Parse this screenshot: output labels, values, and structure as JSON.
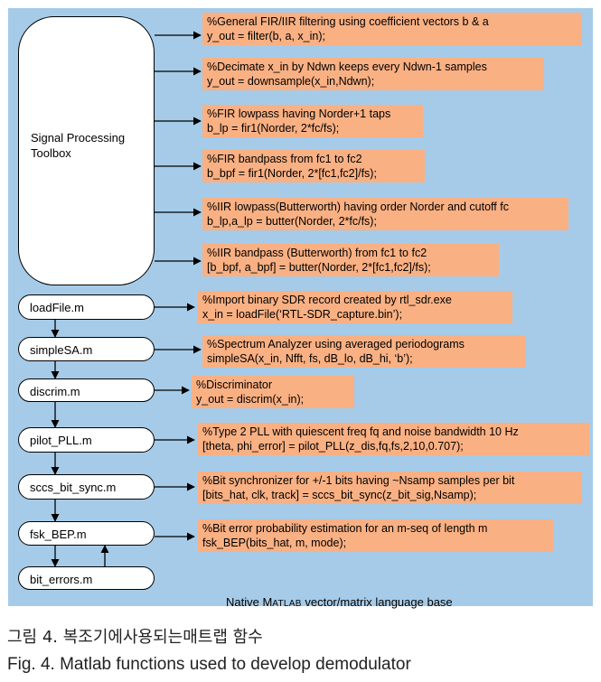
{
  "toolbox": {
    "label_line1": "Signal Processing",
    "label_line2": "Toolbox"
  },
  "functions": [
    {
      "name": "loadFile.m"
    },
    {
      "name": "simpleSA.m"
    },
    {
      "name": "discrim.m"
    },
    {
      "name": "pilot_PLL.m"
    },
    {
      "name": "sccs_bit_sync.m"
    },
    {
      "name": "fsk_BEP.m"
    },
    {
      "name": "bit_errors.m"
    }
  ],
  "notes": [
    {
      "line1": "%General FIR/IIR filtering using coefficient vectors b & a",
      "line2": "y_out = filter(b, a, x_in);"
    },
    {
      "line1": "%Decimate x_in by Ndwn keeps every Ndwn-1 samples",
      "line2": "y_out = downsample(x_in,Ndwn);"
    },
    {
      "line1": "%FIR lowpass having Norder+1 taps",
      "line2": "b_lp = fir1(Norder, 2*fc/fs);"
    },
    {
      "line1": "%FIR bandpass from fc1 to fc2",
      "line2": "b_bpf = fir1(Norder, 2*[fc1,fc2]/fs);"
    },
    {
      "line1": "%IIR lowpass(Butterworth) having order Norder and cutoff fc",
      "line2": "b_lp,a_lp = butter(Norder, 2*fc/fs);"
    },
    {
      "line1": "%IIR bandpass (Butterworth) from fc1 to fc2",
      "line2": "[b_bpf, a_bpf] = butter(Norder, 2*[fc1,fc2]/fs);"
    },
    {
      "line1": "%Import binary SDR record created by rtl_sdr.exe",
      "line2": "x_in = loadFile(‘RTL-SDR_capture.bin’);"
    },
    {
      "line1": "%Spectrum Analyzer using averaged periodograms",
      "line2": "simpleSA(x_in, Nfft, fs, dB_lo, dB_hi, ‘b’);"
    },
    {
      "line1": "%Discriminator",
      "line2": "y_out = discrim(x_in);"
    },
    {
      "line1": "%Type 2 PLL with quiescent freq fq and noise bandwidth 10 Hz",
      "line2": "[theta, phi_error] = pilot_PLL(z_dis,fq,fs,2,10,0.707);"
    },
    {
      "line1": "%Bit synchronizer for +/-1 bits having ~Nsamp samples per bit",
      "line2": "[bits_hat, clk, track] = sccs_bit_sync(z_bit_sig,Nsamp);"
    },
    {
      "line1": "%Bit error probability estimation for an m-seq of length m",
      "line2": "fsk_BEP(bits_hat, m, mode);"
    }
  ],
  "base": {
    "prefix": "Native M",
    "smallcaps": "ATLAB",
    "suffix": " vector/matrix language base"
  },
  "caption": {
    "korean": "그림 4. 복조기에사용되는매트랩 함수",
    "english": "Fig. 4. Matlab functions used to develop demodulator"
  },
  "colors": {
    "panel": "#a6cbe8",
    "note": "#f9b083",
    "box": "#ffffff"
  }
}
